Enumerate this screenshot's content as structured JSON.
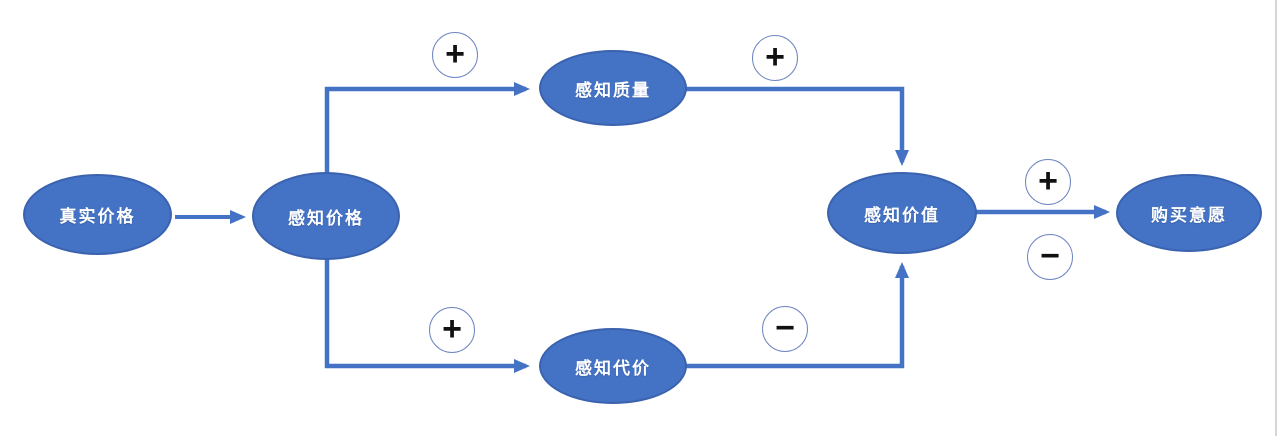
{
  "diagram": {
    "type": "flow-diagram",
    "colors": {
      "node_fill": "#4472C4",
      "node_border": "#3A62AE",
      "node_text": "#FFFFFF",
      "connector": "#4472C4",
      "sign_circle_fill": "#FFFFFF",
      "sign_circle_border": "#6F86C2",
      "sign_text": "#111111",
      "background": "#FFFFFF"
    },
    "nodes": [
      {
        "id": "real-price",
        "label": "真实价格"
      },
      {
        "id": "perceived-price",
        "label": "感知价格"
      },
      {
        "id": "perceived-quality",
        "label": "感知质量"
      },
      {
        "id": "perceived-cost",
        "label": "感知代价"
      },
      {
        "id": "perceived-value",
        "label": "感知价值"
      },
      {
        "id": "purchase-intention",
        "label": "购买意愿"
      }
    ],
    "signs": [
      {
        "id": "price-to-quality",
        "symbol": "+"
      },
      {
        "id": "quality-to-value",
        "symbol": "+"
      },
      {
        "id": "price-to-cost",
        "symbol": "+"
      },
      {
        "id": "cost-to-value",
        "symbol": "−"
      },
      {
        "id": "value-to-intention-plus",
        "symbol": "+"
      },
      {
        "id": "value-to-intention-minus",
        "symbol": "−"
      }
    ],
    "edges": [
      {
        "from": "真实价格",
        "to": "感知价格",
        "sign": null
      },
      {
        "from": "感知价格",
        "to": "感知质量",
        "sign": "+"
      },
      {
        "from": "感知价格",
        "to": "感知代价",
        "sign": "+"
      },
      {
        "from": "感知质量",
        "to": "感知价值",
        "sign": "+"
      },
      {
        "from": "感知代价",
        "to": "感知价值",
        "sign": "−"
      },
      {
        "from": "感知价值",
        "to": "购买意愿",
        "signs": [
          "+",
          "−"
        ]
      }
    ]
  }
}
